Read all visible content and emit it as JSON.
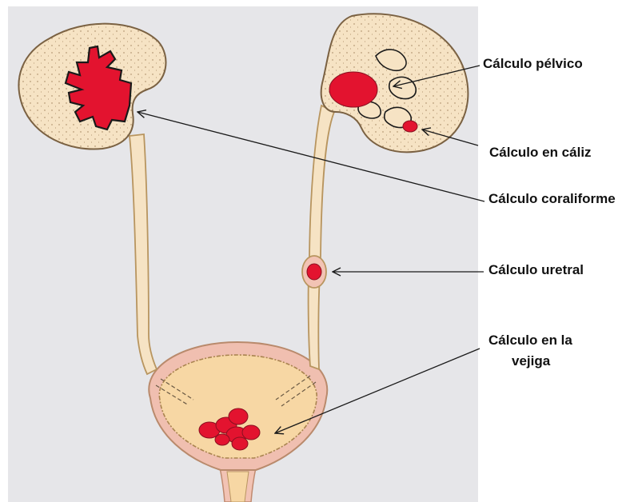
{
  "labels": {
    "pelvic": "Cálculo pélvico",
    "calyx": "Cálculo en cáliz",
    "staghorn": "Cálculo coraliforme",
    "ureteral": "Cálculo uretral",
    "bladder_line1": "Cálculo en la",
    "bladder_line2": "vejiga"
  },
  "colors": {
    "panel": "#e6e6e9",
    "tissue": "#f6e3c4",
    "tissue_outline": "#b8955f",
    "bladder_fill": "#f7d7a4",
    "bladder_wall": "#f0bfb0",
    "stone": "#e3132f",
    "ink": "#1a1a1a"
  }
}
